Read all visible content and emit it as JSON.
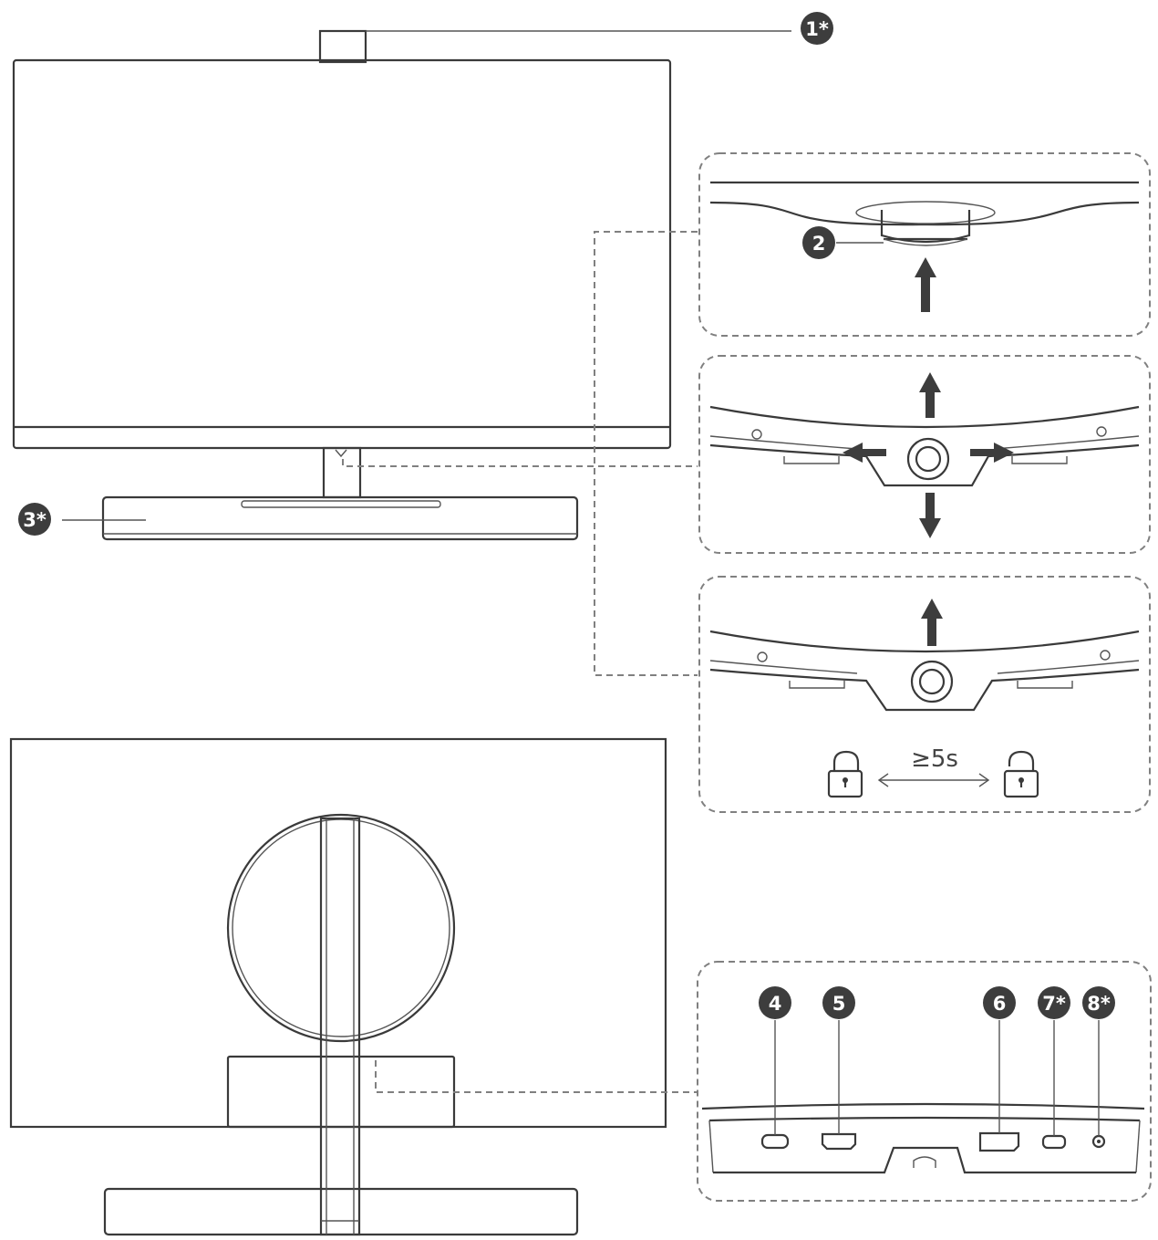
{
  "callouts": {
    "c1": "1*",
    "c2": "2",
    "c3": "3*",
    "c4": "4",
    "c5": "5",
    "c6": "6",
    "c7": "7*",
    "c8": "8*"
  },
  "hold_duration": "≥5s",
  "icons": {
    "lock": "lock-icon",
    "unlock": "unlock-icon",
    "double_arrow": "double-arrow-icon"
  },
  "colors": {
    "line": "#3a3a3a",
    "badge": "#3d3d3d",
    "dashed": "#808080"
  }
}
